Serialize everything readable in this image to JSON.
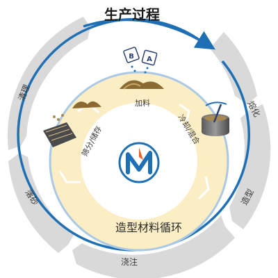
{
  "title": "生产过程",
  "outer_steps": [
    {
      "label": "熔化"
    },
    {
      "label": "造型"
    },
    {
      "label": "浇注"
    },
    {
      "label": "落砂"
    },
    {
      "label": "清理"
    }
  ],
  "inner_steps": [
    {
      "label": "加料"
    },
    {
      "label": "冷却/混合"
    },
    {
      "label": "筛分/储存"
    }
  ],
  "inner_title": "造型材料循环",
  "bag_labels": {
    "b": "B",
    "a": "A"
  },
  "colors": {
    "ring_gray": "#d6d6d6",
    "blue": "#1f6fb5",
    "cream": "#fbeec4",
    "cream_light": "#fdf6de",
    "text_dark": "#3a3a3a",
    "sand": "#a8894f"
  }
}
